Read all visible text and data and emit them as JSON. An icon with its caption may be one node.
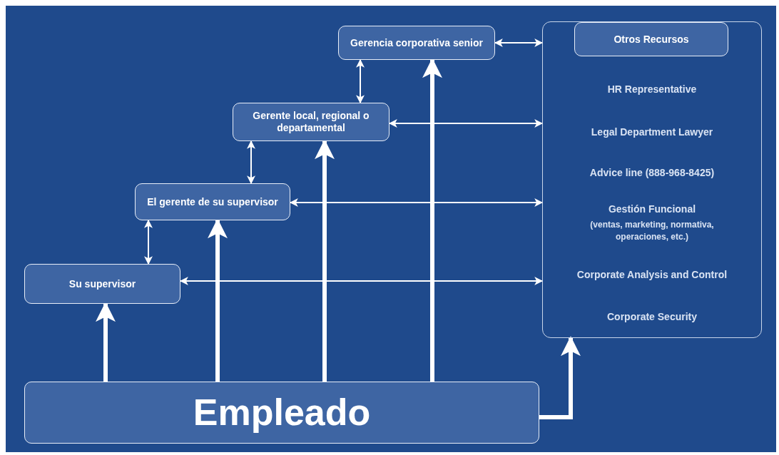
{
  "diagram": {
    "nodes": [
      {
        "text": [
          "Gerencia corporativa senior"
        ]
      },
      {
        "text": [
          "HR Representative",
          "Legal Department Lawyer",
          "Advice line (888-968-8425)",
          "Gestión Funcional",
          "(ventas, marketing, normativa, operaciones, etc.)",
          "Corporate Analysis and Control",
          "Corporate Security"
        ]
      },
      {
        "text": [
          "Otros Recursos"
        ],
        "in": 1
      },
      {
        "text": [
          "Gerente local, regional o departamental"
        ]
      },
      {
        "text": [
          "El gerente de su supervisor"
        ]
      },
      {
        "text": [
          "Su supervisor"
        ]
      },
      {
        "text": [
          "Empleado"
        ]
      }
    ],
    "edges": [
      {
        "from": 0,
        "to": 1,
        "arrow": "both"
      },
      {
        "from": 0,
        "to": 3,
        "arrow": "both"
      },
      {
        "from": 3,
        "to": 4,
        "arrow": "both"
      },
      {
        "from": 4,
        "to": 5,
        "arrow": "both"
      },
      {
        "from": 3,
        "to": 1,
        "arrow": "both"
      },
      {
        "from": 4,
        "to": 1,
        "arrow": "both"
      },
      {
        "from": 5,
        "to": 1,
        "arrow": "both"
      },
      {
        "from": 6,
        "to": 5,
        "arrow": "to",
        "style": "thick"
      },
      {
        "from": 6,
        "to": 4,
        "arrow": "to",
        "style": "thick"
      },
      {
        "from": 6,
        "to": 3,
        "arrow": "to",
        "style": "thick"
      },
      {
        "from": 6,
        "to": 0,
        "arrow": "to",
        "style": "thick"
      },
      {
        "from": 6,
        "to": 1,
        "arrow": "to",
        "style": "thick"
      }
    ]
  }
}
